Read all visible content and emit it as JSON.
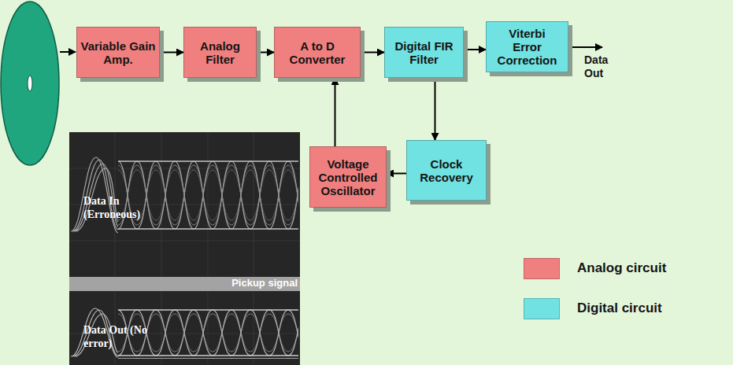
{
  "diagram": {
    "nodes": [
      {
        "text": [
          "Variable Gain Amp."
        ]
      },
      {
        "text": [
          "Analog Filter"
        ]
      },
      {
        "text": [
          "A to D Converter"
        ]
      },
      {
        "text": [
          "Digital FIR Filter"
        ]
      },
      {
        "text": [
          "Viterbi Error Correction"
        ]
      },
      {
        "text": [
          "Voltage Controlled Oscillator"
        ]
      },
      {
        "text": [
          "Clock Recovery"
        ]
      }
    ],
    "edges": [
      {
        "from": 0,
        "to": 1,
        "arrow": "to"
      },
      {
        "from": 1,
        "to": 2,
        "arrow": "to"
      },
      {
        "from": 2,
        "to": 3,
        "arrow": "to"
      },
      {
        "from": 3,
        "to": 4,
        "arrow": "to"
      },
      {
        "from": 3,
        "to": 6,
        "arrow": "to"
      },
      {
        "from": 6,
        "to": 5,
        "arrow": "to"
      },
      {
        "from": 5,
        "to": 2,
        "arrow": "to"
      }
    ],
    "labels": [
      "Data Out",
      "Data In (Erroneous)",
      "Pickup signal",
      "Data Out (No error)"
    ],
    "legend": [
      {
        "text": "Analog circuit",
        "color": "#f08080"
      },
      {
        "text": "Digital circuit",
        "color": "#70e2e2"
      }
    ]
  }
}
